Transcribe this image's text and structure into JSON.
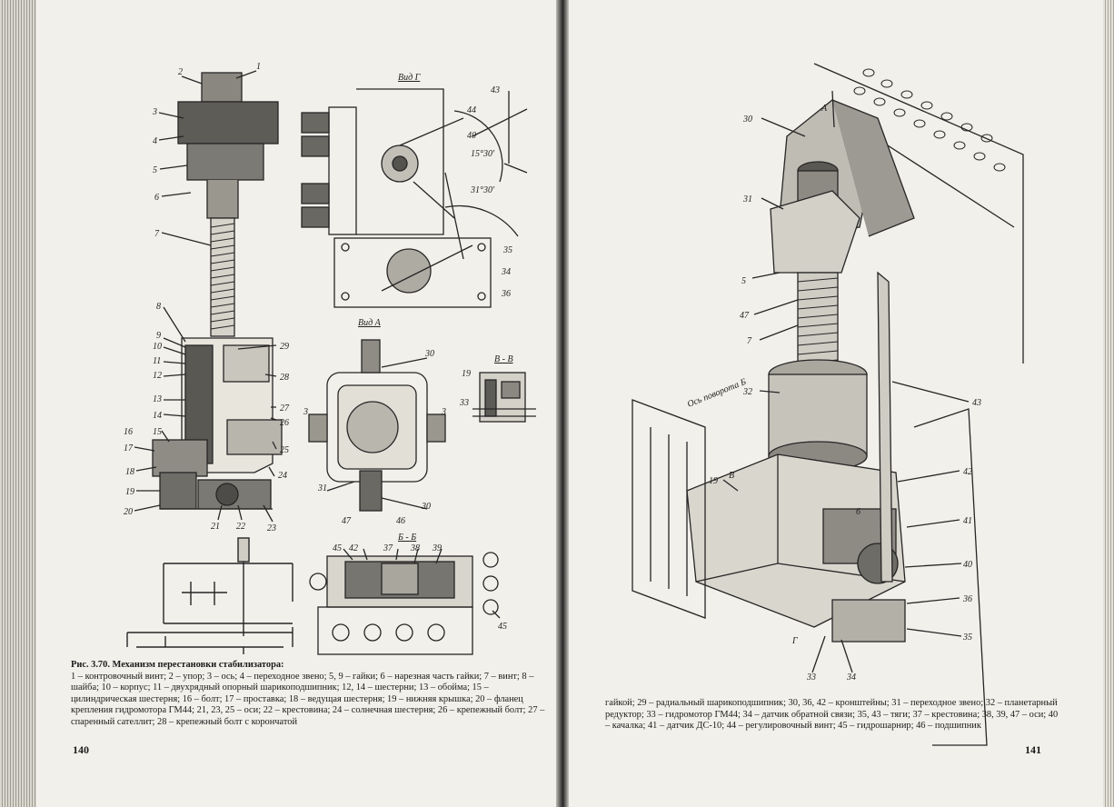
{
  "left_page": {
    "caption_title": "Рис. 3.70. Механизм перестановки стабилизатора:",
    "caption_body": "1 – контровочный винт; 2 – упор; 3 – ось; 4 – переходное звено; 5, 9 – гайки; 6 – нарезная часть гайки; 7 – винт; 8 – шайба; 10 – корпус; 11 – двухрядный опорный шарикоподшипник; 12, 14 – шестерни; 13 – обойма; 15 – цилиндрическая шестерня; 16 – болт; 17 – проставка; 18 – ведущая шестерня; 19 – нижняя крышка; 20 – фланец крепления гидромотора ГМ44; 21, 23, 25 – оси; 22 – крестовина; 24 – солнечная шестерня; 26 – крепежный болт; 27 – спаренный сателлит; 28 – крепежный болт с корончатой",
    "page_number": "140",
    "view_labels": {
      "view_g": "Вид Г",
      "view_a": "Вид А",
      "section_vv": "В - В",
      "section_bb": "Б - Б"
    },
    "angle_labels": {
      "angle_1": "15°30'",
      "angle_2": "31°30'"
    },
    "main_labels": [
      "1",
      "2",
      "3",
      "4",
      "5",
      "6",
      "7",
      "8",
      "9",
      "10",
      "11",
      "12",
      "13",
      "14",
      "15",
      "16",
      "17",
      "18",
      "19",
      "20",
      "21",
      "22",
      "23",
      "24",
      "25",
      "26",
      "27",
      "28",
      "29"
    ],
    "view_g_labels": [
      "43",
      "44",
      "40",
      "35",
      "34",
      "36"
    ],
    "view_a_labels": [
      "30",
      "3",
      "3",
      "31",
      "47",
      "46",
      "30"
    ],
    "section_vv_labels": [
      "19",
      "33"
    ],
    "section_bb_labels": [
      "45",
      "42",
      "37",
      "38",
      "39",
      "45"
    ]
  },
  "right_page": {
    "caption_body": "гайкой; 29 – радиальный шарикоподшипник; 30, 36, 42 – кронштейны; 31 – переходное звено; 32 – планетарный редуктор; 33 – гидромотор ГМ44; 34 – датчик обратной связи; 35, 43 – тяги; 37 – крестовина; 38, 39, 47 – оси; 40 – качалка; 41 – датчик ДС-10; 44 – регулировочный винт; 45 – гидрошарнир; 46 – подшипник",
    "page_number": "141",
    "rotated_note": "Ось поворота Б",
    "labels": [
      "30",
      "A",
      "31",
      "5",
      "47",
      "7",
      "32",
      "43",
      "19",
      "B",
      "42",
      "6",
      "41",
      "40",
      "36",
      "35",
      "33",
      "34",
      "Г"
    ]
  }
}
